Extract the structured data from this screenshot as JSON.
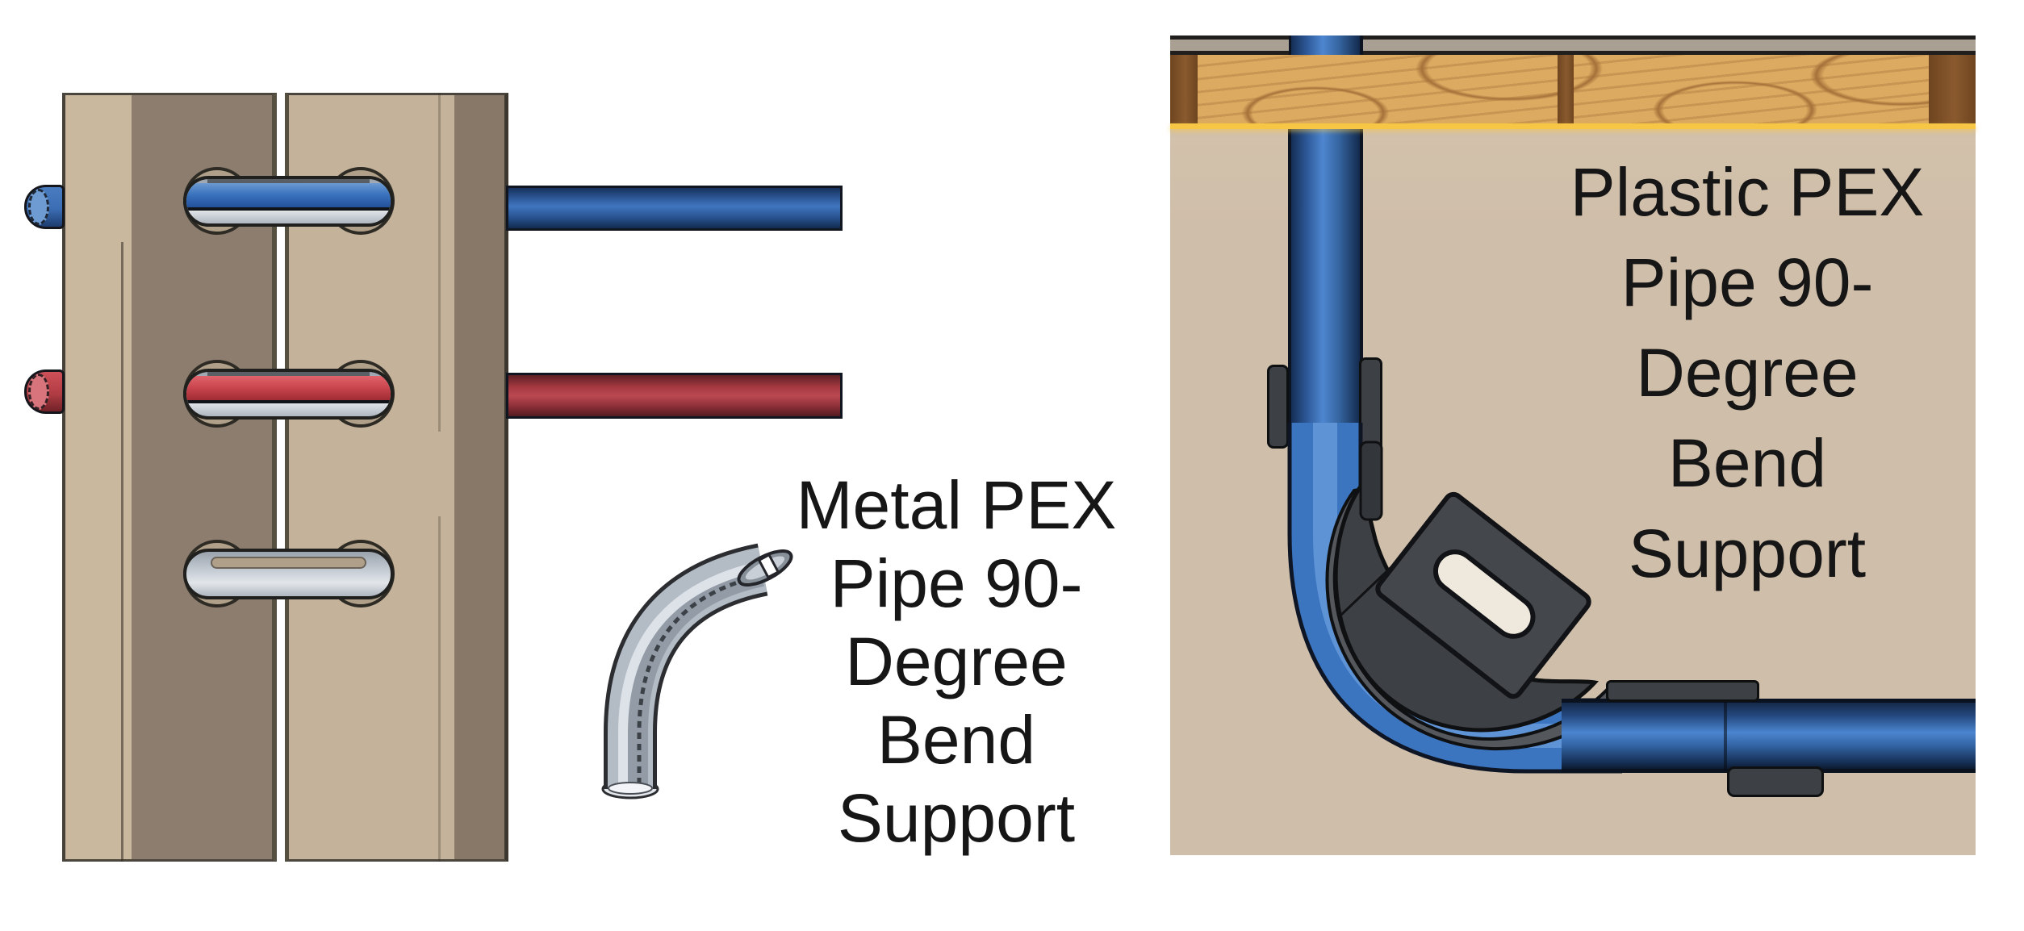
{
  "left_figure": {
    "description": "Metal PEX pipe 90-degree bend support diagram with stud, pipe sleeves and metal elbow",
    "label": {
      "lines": [
        "Metal PEX",
        "Pipe 90-",
        "Degree",
        "Bend",
        "Support"
      ]
    }
  },
  "right_figure": {
    "description": "Plastic PEX pipe 90-degree bend support diagram under subfloor",
    "label": {
      "lines": [
        "Plastic PEX",
        "Pipe 90-",
        "Degree",
        "Bend",
        "Support"
      ]
    }
  },
  "colors": {
    "cold_pipe": "#3b74bf",
    "cold_pipe_dark": "#16325c",
    "hot_pipe": "#b8474f",
    "hot_pipe_dark": "#5e1f24",
    "sleeve_silver": "#c9ced6",
    "stud_light": "#c9b79e",
    "stud_light2": "#c4b29a",
    "stud_dark": "#8c7d6e",
    "stud_dark2": "#877868",
    "hole_wood": "#b0a089",
    "panel_tan": "#cfbea9",
    "plate_gray": "#a99f93",
    "wood_light": "#dcaa60",
    "wood_grain": "#a5713a",
    "wood_divider": "#7c4f26",
    "accent_yellow": "#f7c644",
    "support_plastic": "#3d4044",
    "metal_gray": "#b3bbc5",
    "text": "#161616"
  }
}
